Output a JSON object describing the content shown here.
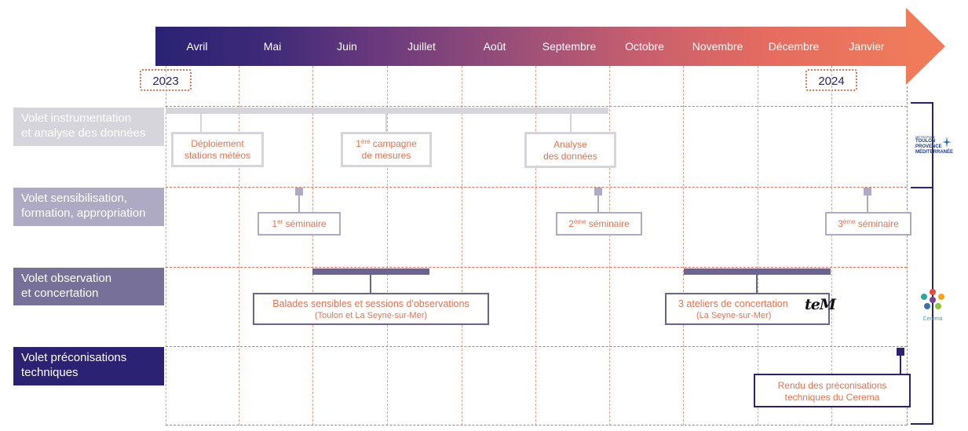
{
  "timeline": {
    "months": [
      "Avril",
      "Mai",
      "Juin",
      "Juillet",
      "Août",
      "Septembre",
      "Octobre",
      "Novembre",
      "Décembre",
      "Janvier"
    ],
    "year_start": "2023",
    "year_end": "2024"
  },
  "rows": {
    "instrumentation": {
      "label_line1": "Volet instrumentation",
      "label_line2": "et analyse des données",
      "color": "#d6d5dc"
    },
    "sensibilisation": {
      "label_line1": "Volet sensibilisation,",
      "label_line2": "formation, appropriation",
      "color": "#aeaac3"
    },
    "observation": {
      "label_line1": "Volet observation",
      "label_line2": "et concertation",
      "color": "#77719a"
    },
    "preconisations": {
      "label_line1": "Volet préconisations",
      "label_line2": "techniques",
      "color": "#2b2273"
    }
  },
  "boxes": {
    "deploiement": {
      "line1": "Déploiement",
      "line2": "stations météos"
    },
    "campagne": {
      "sup": "ère",
      "line1_num": "1",
      "line1_rest": " campagne",
      "line2": "de mesures"
    },
    "analyse": {
      "line1": "Analyse",
      "line2": "des données"
    },
    "seminaire1": {
      "num": "1",
      "sup": "er",
      "rest": " séminaire"
    },
    "seminaire2": {
      "num": "2",
      "sup": "ème",
      "rest": " séminaire"
    },
    "seminaire3": {
      "num": "3",
      "sup": "ème",
      "rest": " séminaire"
    },
    "balades": {
      "line1": "Balades sensibles et sessions d'observations",
      "line2": "(Toulon et La Seyne-sur-Mer)"
    },
    "ateliers": {
      "line1": "3 ateliers de concertation",
      "line2": "(La Seyne-sur-Mer)",
      "logo": "teM"
    },
    "rendu": {
      "line1": "Rendu des préconisations",
      "line2": "techniques du Cerema"
    }
  },
  "logos": {
    "metropole": {
      "line1": "MÉTROPOLE",
      "line2": "TOULON",
      "line3": "PROVENCE",
      "line4": "MÉDITERRANÉE"
    },
    "cerema": {
      "name": "Cerema"
    }
  },
  "colors": {
    "accent_orange": "#e8714f",
    "navy": "#2b2273",
    "grid_dash": "#e8a08a"
  }
}
